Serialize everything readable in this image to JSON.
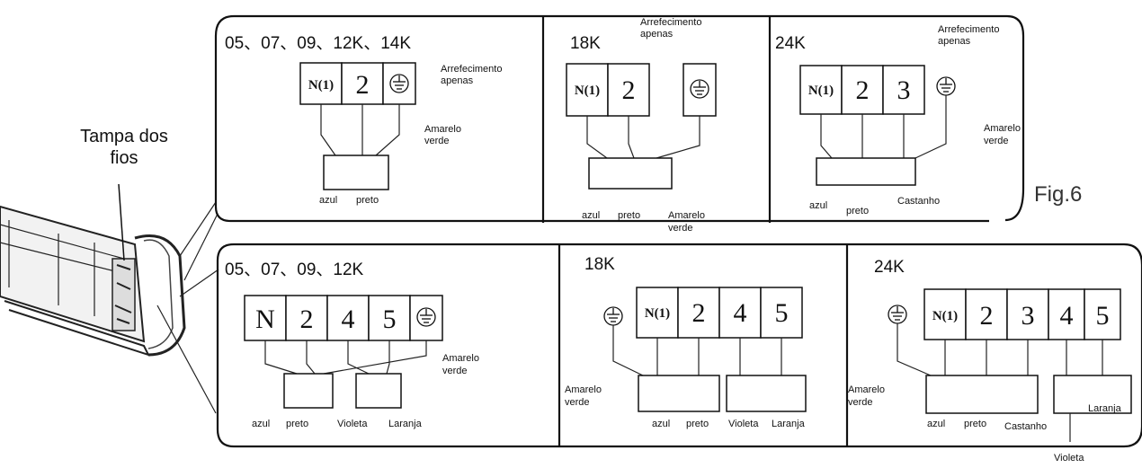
{
  "cover_label_line1": "Tampa dos",
  "cover_label_line2": "fios",
  "figure_label": "Fig.6",
  "top": {
    "p1": {
      "model": "05、07、09、12K、14K",
      "t1": "N(1)",
      "t2": "2",
      "note1": "Arrefecimento",
      "note2": "apenas",
      "gnd1": "Amarelo",
      "gnd2": "verde",
      "w1": "azul",
      "w2": "preto"
    },
    "p2": {
      "model": "18K",
      "t1": "N(1)",
      "t2": "2",
      "note1": "Arrefecimento",
      "note2": "apenas",
      "w1": "azul",
      "w2": "preto",
      "gnd1": "Amarelo",
      "gnd2": "verde"
    },
    "p3": {
      "model": "24K",
      "t1": "N(1)",
      "t2": "2",
      "t3": "3",
      "note1": "Arrefecimento",
      "note2": "apenas",
      "gnd1": "Amarelo",
      "gnd2": "verde",
      "w1": "azul",
      "w2": "preto",
      "w3": "Castanho"
    }
  },
  "bottom": {
    "p1": {
      "model": "05、07、09、12K",
      "t1": "N",
      "t2": "2",
      "t3": "4",
      "t4": "5",
      "gnd1": "Amarelo",
      "gnd2": "verde",
      "w1": "azul",
      "w2": "preto",
      "w3": "Violeta",
      "w4": "Laranja"
    },
    "p2": {
      "model": "18K",
      "t1": "N(1)",
      "t2": "2",
      "t3": "4",
      "t4": "5",
      "gnd1": "Amarelo",
      "gnd2": "verde",
      "w1": "azul",
      "w2": "preto",
      "w3": "Violeta",
      "w4": "Laranja"
    },
    "p3": {
      "model": "24K",
      "t1": "N(1)",
      "t2": "2",
      "t3": "3",
      "t4": "4",
      "t5": "5",
      "gnd1": "Amarelo",
      "gnd2": "verde",
      "w1": "azul",
      "w2": "preto",
      "w3": "Castanho",
      "w4": "Laranja",
      "w5": "Violeta"
    }
  }
}
